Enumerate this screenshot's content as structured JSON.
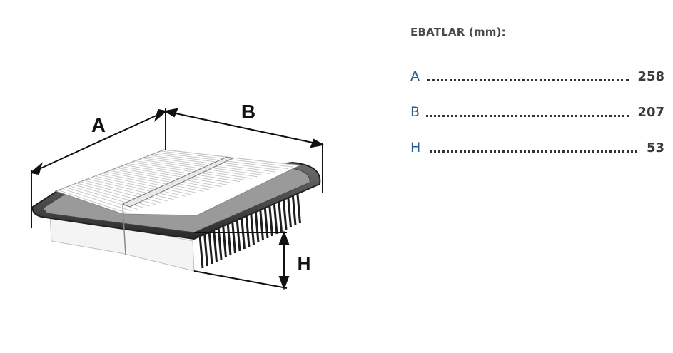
{
  "diagram": {
    "label_a": "A",
    "label_b": "B",
    "label_h": "H"
  },
  "dimensions": {
    "title": "EBATLAR (mm):",
    "rows": [
      {
        "key": "A",
        "value": "258"
      },
      {
        "key": "B",
        "value": "207"
      },
      {
        "key": "H",
        "value": "53"
      }
    ]
  },
  "colors": {
    "accent": "#2a5d8f",
    "divider": "#3a6a96",
    "text": "#3a3a3a"
  }
}
